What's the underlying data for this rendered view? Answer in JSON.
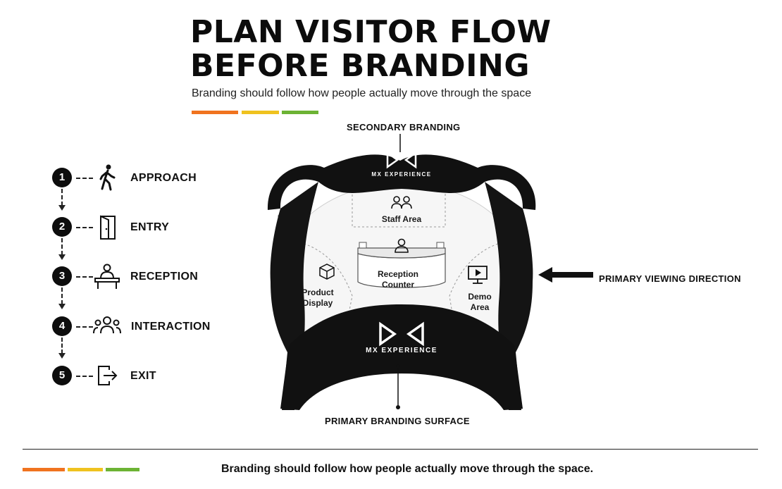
{
  "header": {
    "title_line1": "PLAN VISITOR FLOW",
    "title_line2": "BEFORE BRANDING",
    "subtitle": "Branding should follow how people actually move through the space"
  },
  "colors": {
    "orange": "#f0731f",
    "yellow": "#efc21f",
    "green": "#6cb334",
    "tent": "#111111"
  },
  "steps": [
    {
      "num": "1",
      "label": "APPROACH",
      "icon": "walking-person-icon"
    },
    {
      "num": "2",
      "label": "ENTRY",
      "icon": "door-icon"
    },
    {
      "num": "3",
      "label": "RECEPTION",
      "icon": "reception-desk-icon"
    },
    {
      "num": "4",
      "label": "INTERACTION",
      "icon": "group-icon"
    },
    {
      "num": "5",
      "label": "EXIT",
      "icon": "exit-icon"
    }
  ],
  "diagram": {
    "secondary_branding": "SECONDARY BRANDING",
    "primary_viewing": "PRIMARY VIEWING DIRECTION",
    "primary_surface": "PRIMARY BRANDING SURFACE",
    "brand_top": "MX EXPERIENCE",
    "brand_front": "MX EXPERIENCE",
    "zones": {
      "staff": "Staff Area",
      "reception_l1": "Reception",
      "reception_l2": "Counter",
      "product_l1": "Product",
      "product_l2": "Display",
      "demo_l1": "Demo",
      "demo_l2": "Area"
    }
  },
  "footer": {
    "text": "Branding should follow how people actually move through the space."
  }
}
